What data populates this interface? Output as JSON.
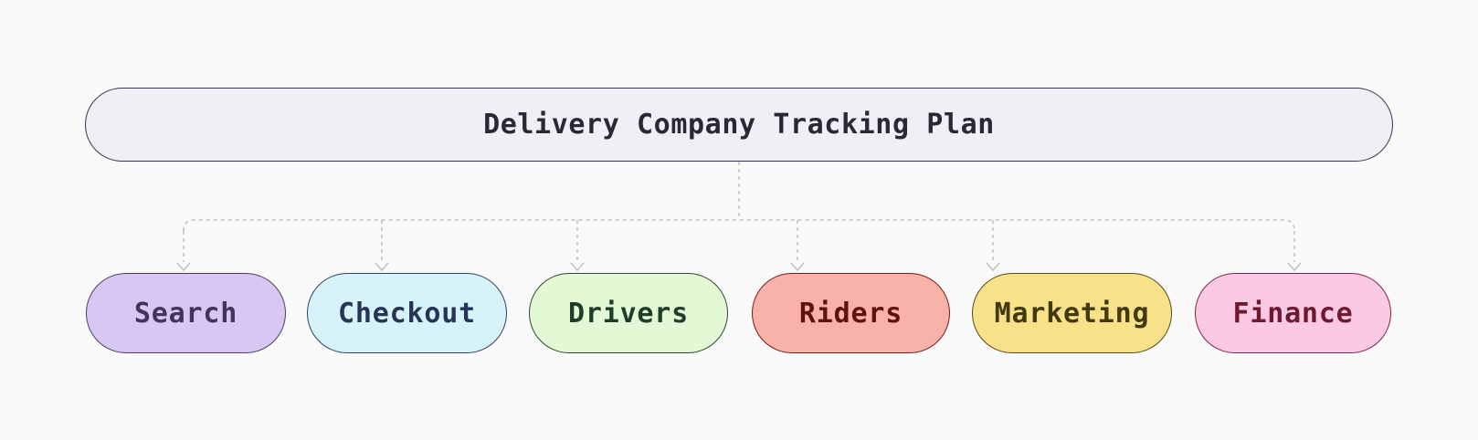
{
  "diagram": {
    "title": "Delivery Company Tracking Plan"
  },
  "nodes": [
    {
      "label": "Search",
      "fill": "#d7c7f2",
      "border": "#4a3f68",
      "text": "#41355e"
    },
    {
      "label": "Checkout",
      "fill": "#d6f3f9",
      "border": "#324067",
      "text": "#273457"
    },
    {
      "label": "Drivers",
      "fill": "#e3f8d5",
      "border": "#2c4a34",
      "text": "#1f3d2b"
    },
    {
      "label": "Riders",
      "fill": "#f9b2aa",
      "border": "#7c1a14",
      "text": "#5f120e"
    },
    {
      "label": "Marketing",
      "fill": "#f7e189",
      "border": "#584a1d",
      "text": "#42390f"
    },
    {
      "label": "Finance",
      "fill": "#fbc9e4",
      "border": "#82264a",
      "text": "#6d1930"
    }
  ],
  "colors": {
    "background": "#fafafa",
    "root_fill": "#f1eff6",
    "root_border": "#3b3650",
    "root_text": "#2b2836",
    "connector": "#c2c0ca"
  }
}
